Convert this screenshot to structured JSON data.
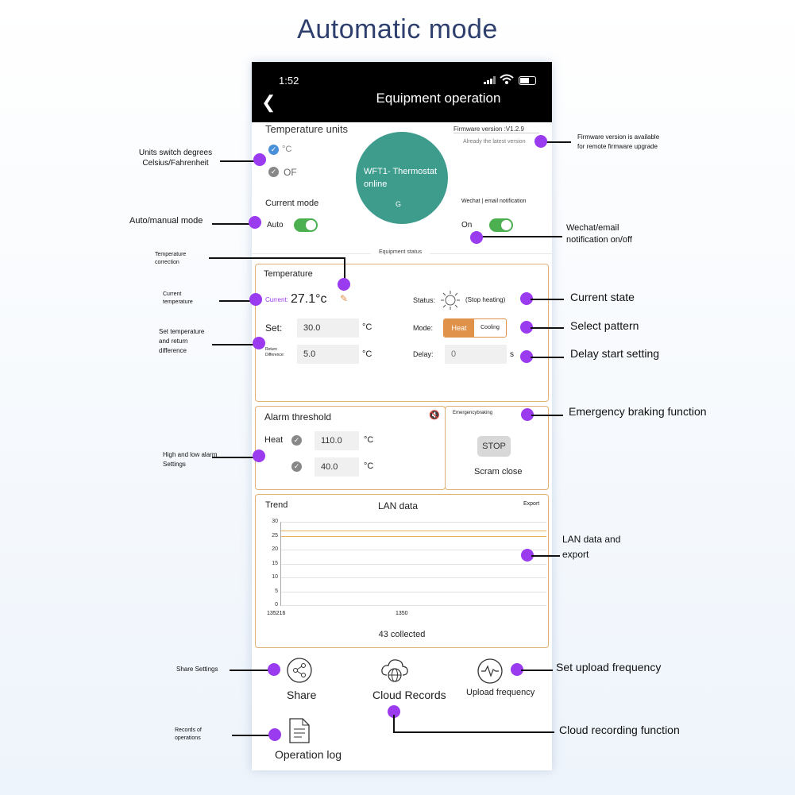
{
  "page_title": "Automatic mode",
  "status_bar": {
    "time": "1:52"
  },
  "header": {
    "title": "Equipment operation",
    "back_icon": "chevron-left-icon"
  },
  "units": {
    "title": "Temperature units",
    "celsius": "°C",
    "fahrenheit": "OF"
  },
  "firmware": {
    "version": "Firmware version :V1.2.9",
    "status": "Already the latest version"
  },
  "device": {
    "name": "WFT1- Thermostat",
    "status": "online",
    "tag": "G"
  },
  "mode": {
    "title": "Current mode",
    "value": "Auto"
  },
  "notify": {
    "title": "Wechat | email notification",
    "value": "On"
  },
  "equipment_status": "Equipment status",
  "temperature": {
    "title": "Temperature",
    "current_label": "Current:",
    "current_value": "27.1°c",
    "set_label": "Set:",
    "set_value": "30.0",
    "unit": "°C",
    "return_label": "Return Difference:",
    "return_value": "5.0",
    "status_label": "Status:",
    "status_value": "(Stop heating)",
    "mode_label": "Mode:",
    "mode_heat": "Heat",
    "mode_cooling": "Cooling",
    "delay_label": "Delay:",
    "delay_value": "0",
    "delay_unit": "s"
  },
  "alarm": {
    "title": "Alarm threshold",
    "heat_label": "Heat",
    "high": "110.0",
    "low": "40.0",
    "unit": "°C"
  },
  "emergency": {
    "title": "Emergencybraking",
    "stop": "STOP",
    "label": "Scram close"
  },
  "trend": {
    "title": "Trend",
    "lan": "LAN data",
    "export": "Export",
    "collected": "43 collected"
  },
  "chart_data": {
    "type": "line",
    "x_tick_labels": [
      "135216",
      "1350"
    ],
    "ylim": [
      0,
      30
    ],
    "y_ticks": [
      0,
      5,
      10,
      15,
      20,
      25,
      30
    ],
    "series": [
      {
        "values": [
          27,
          27
        ]
      },
      {
        "values": [
          25,
          25
        ]
      }
    ]
  },
  "actions": {
    "share": "Share",
    "cloud": "Cloud Records",
    "upload": "Upload frequency",
    "log": "Operation log"
  },
  "annotations": {
    "units": "Units switch degrees Celsius/Fahrenheit",
    "firmware": "Firmware version is available for remote firmware upgrade",
    "auto": "Auto/manual mode",
    "wechat": "Wechat/email notification on/off",
    "temp_corr": "Temperature correction",
    "cur_temp": "Current temperature",
    "set_temp": "Set temperature and return difference",
    "cur_state": "Current state",
    "select": "Select pattern",
    "delay": "Delay start setting",
    "emergency": "Emergency braking function",
    "alarm": "High and low alarm Settings",
    "lan": "LAN data and export",
    "share": "Share Settings",
    "upload": "Set upload frequency",
    "records": "Records of operations",
    "cloud": "Cloud recording function"
  },
  "colors": {
    "accent_purple": "#9b3bf0",
    "teal": "#3e9c8c",
    "heat_orange": "#e0924a",
    "toggle_green": "#4caf50"
  }
}
